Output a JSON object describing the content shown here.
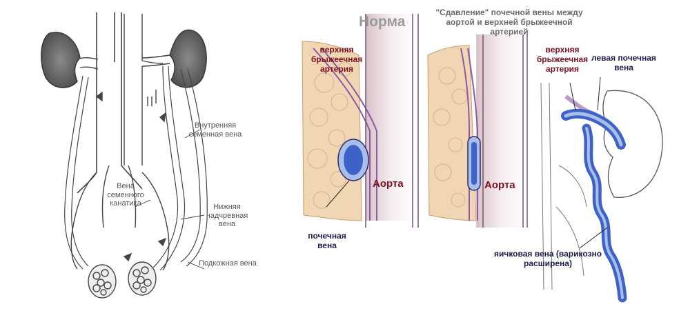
{
  "left_diagram": {
    "labels": {
      "internal_spermatic_vein": "Внутренняя семенная вена",
      "spermatic_cord_vein": "Вена семенного канатика",
      "inferior_epigastric_vein": "Нижняя надчревная вена",
      "subcutaneous_vein": "Подкожная вена"
    }
  },
  "norm_panel": {
    "title": "Норма",
    "sma_label": "верхняя брыжеечная артерия",
    "aorta_label": "Аорта",
    "renal_vein_label": "почечная вена"
  },
  "compression_panel": {
    "title": "\"Сдавление\" почечной вены между аортой и верхней брыжеечной артерией",
    "sma_label": "верхняя брыжеечная артерия",
    "aorta_label": "Аорта",
    "left_renal_vein_label": "левая почечная вена",
    "testicular_vein_label": "яичковая вена (варикозно расширена)"
  },
  "colors": {
    "vein_blue": "#3f62c8",
    "vein_light": "#a9bfe8",
    "artery_purple": "#8a5aa6",
    "fat_tissue": "#f1d6b4",
    "label_red": "#7a1020",
    "label_navy": "#1c1c4a"
  }
}
